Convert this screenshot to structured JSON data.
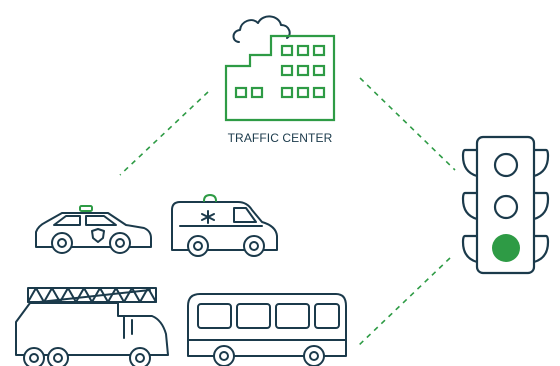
{
  "diagram": {
    "traffic_center": {
      "label": "TRAFFIC CENTER",
      "icon": "office-building-with-cloud"
    },
    "traffic_light": {
      "icon": "traffic-light",
      "active_lamp": "bottom"
    },
    "vehicles": [
      {
        "name": "police-car",
        "icon": "police-car-icon"
      },
      {
        "name": "ambulance",
        "icon": "ambulance-icon"
      },
      {
        "name": "fire-truck",
        "icon": "fire-truck-icon"
      },
      {
        "name": "bus",
        "icon": "bus-icon"
      }
    ],
    "connections": [
      {
        "from": "traffic-center",
        "to": "vehicles",
        "style": "dashed"
      },
      {
        "from": "traffic-center",
        "to": "traffic-light",
        "style": "dashed"
      },
      {
        "from": "traffic-light",
        "to": "vehicles",
        "style": "dashed"
      }
    ]
  },
  "colors": {
    "outline": "#1b3a4b",
    "accent_green": "#2e9b45",
    "background": "#ffffff"
  }
}
